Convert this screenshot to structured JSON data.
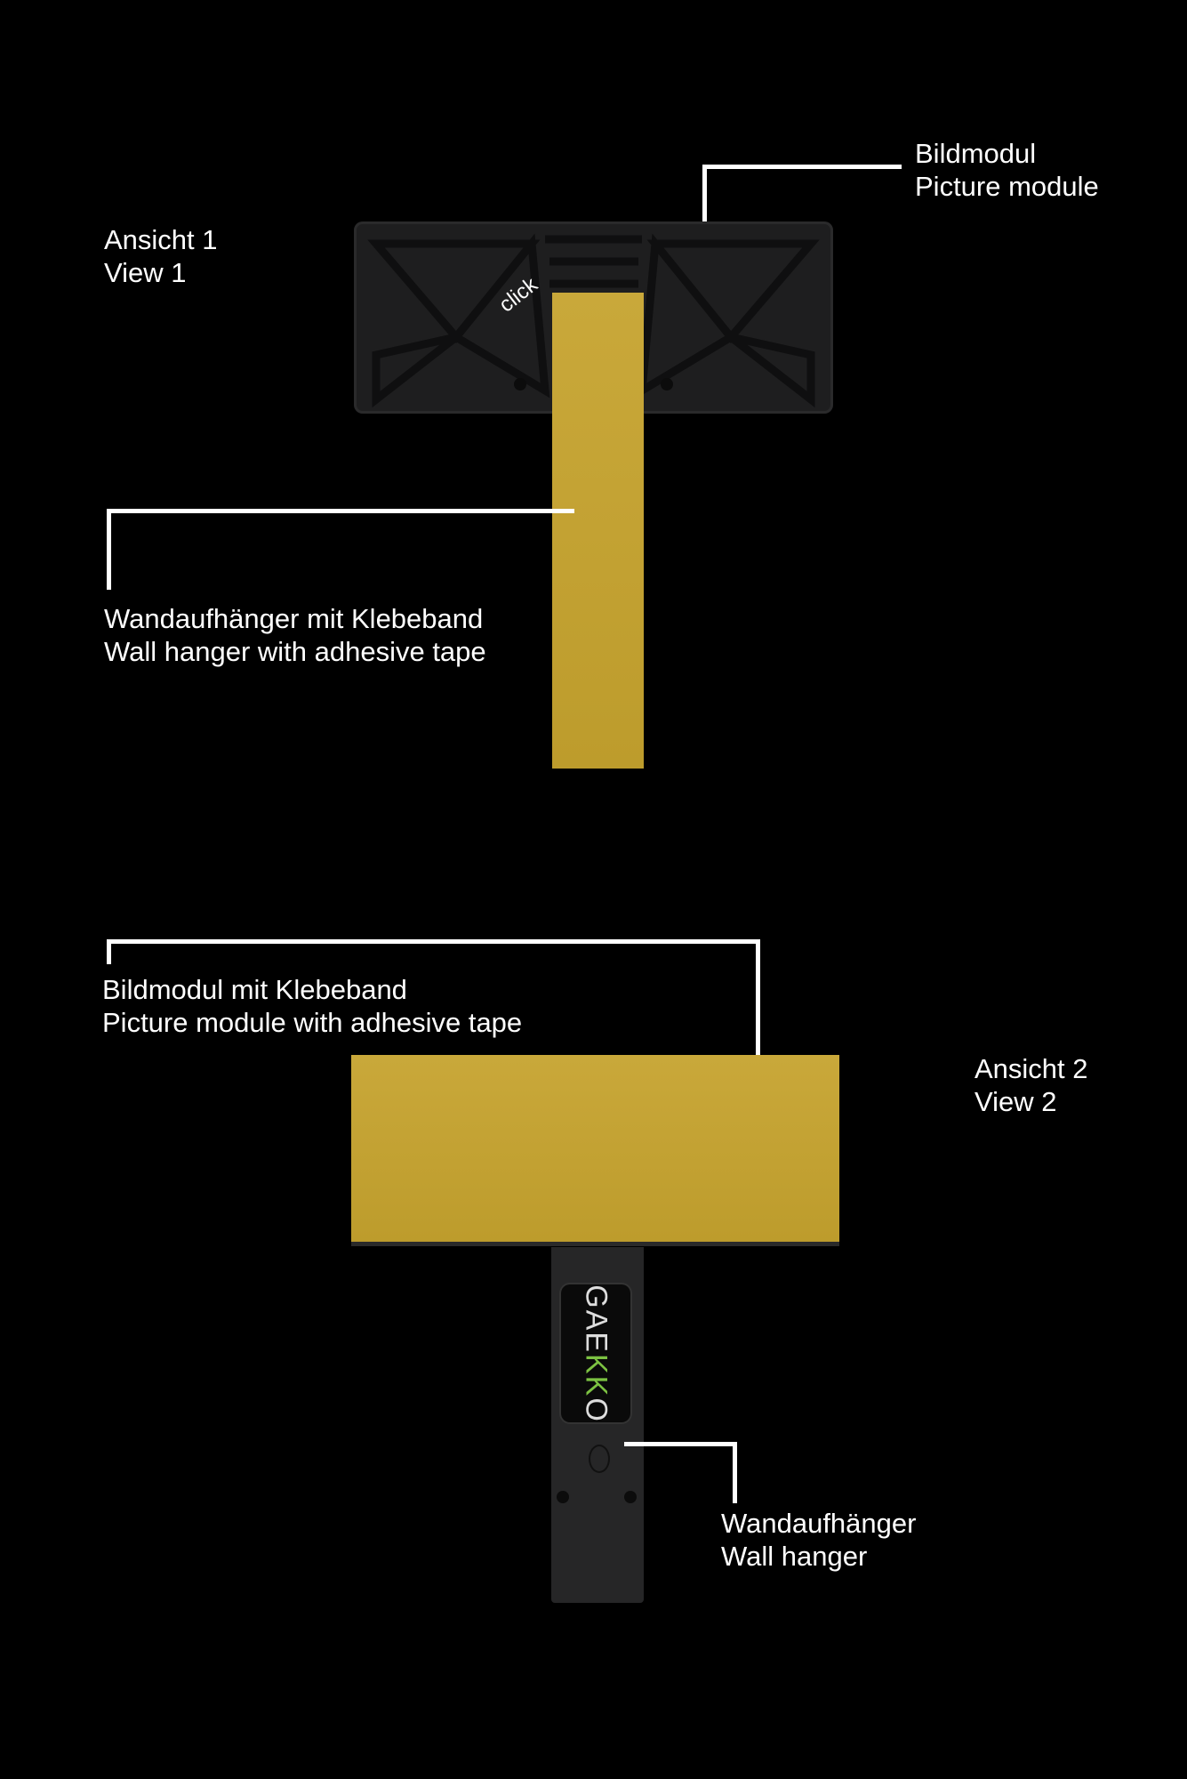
{
  "view1": {
    "title_de": "Ansicht 1",
    "title_en": "View 1",
    "picture_module_de": "Bildmodul",
    "picture_module_en": "Picture module",
    "wall_hanger_tape_de": "Wandaufhänger mit Klebeband",
    "wall_hanger_tape_en": "Wall hanger with adhesive tape",
    "click_label": "click"
  },
  "view2": {
    "title_de": "Ansicht 2",
    "title_en": "View 2",
    "picture_module_tape_de": "Bildmodul mit Klebeband",
    "picture_module_tape_en": "Picture module with adhesive tape",
    "wall_hanger_de": "Wandaufhänger",
    "wall_hanger_en": "Wall hanger",
    "logo": {
      "part1": "GAE",
      "part2": "KK",
      "part3": "O"
    }
  },
  "colors": {
    "background": "#000000",
    "tape": "#c4a234",
    "logo_accent": "#7cc242"
  }
}
